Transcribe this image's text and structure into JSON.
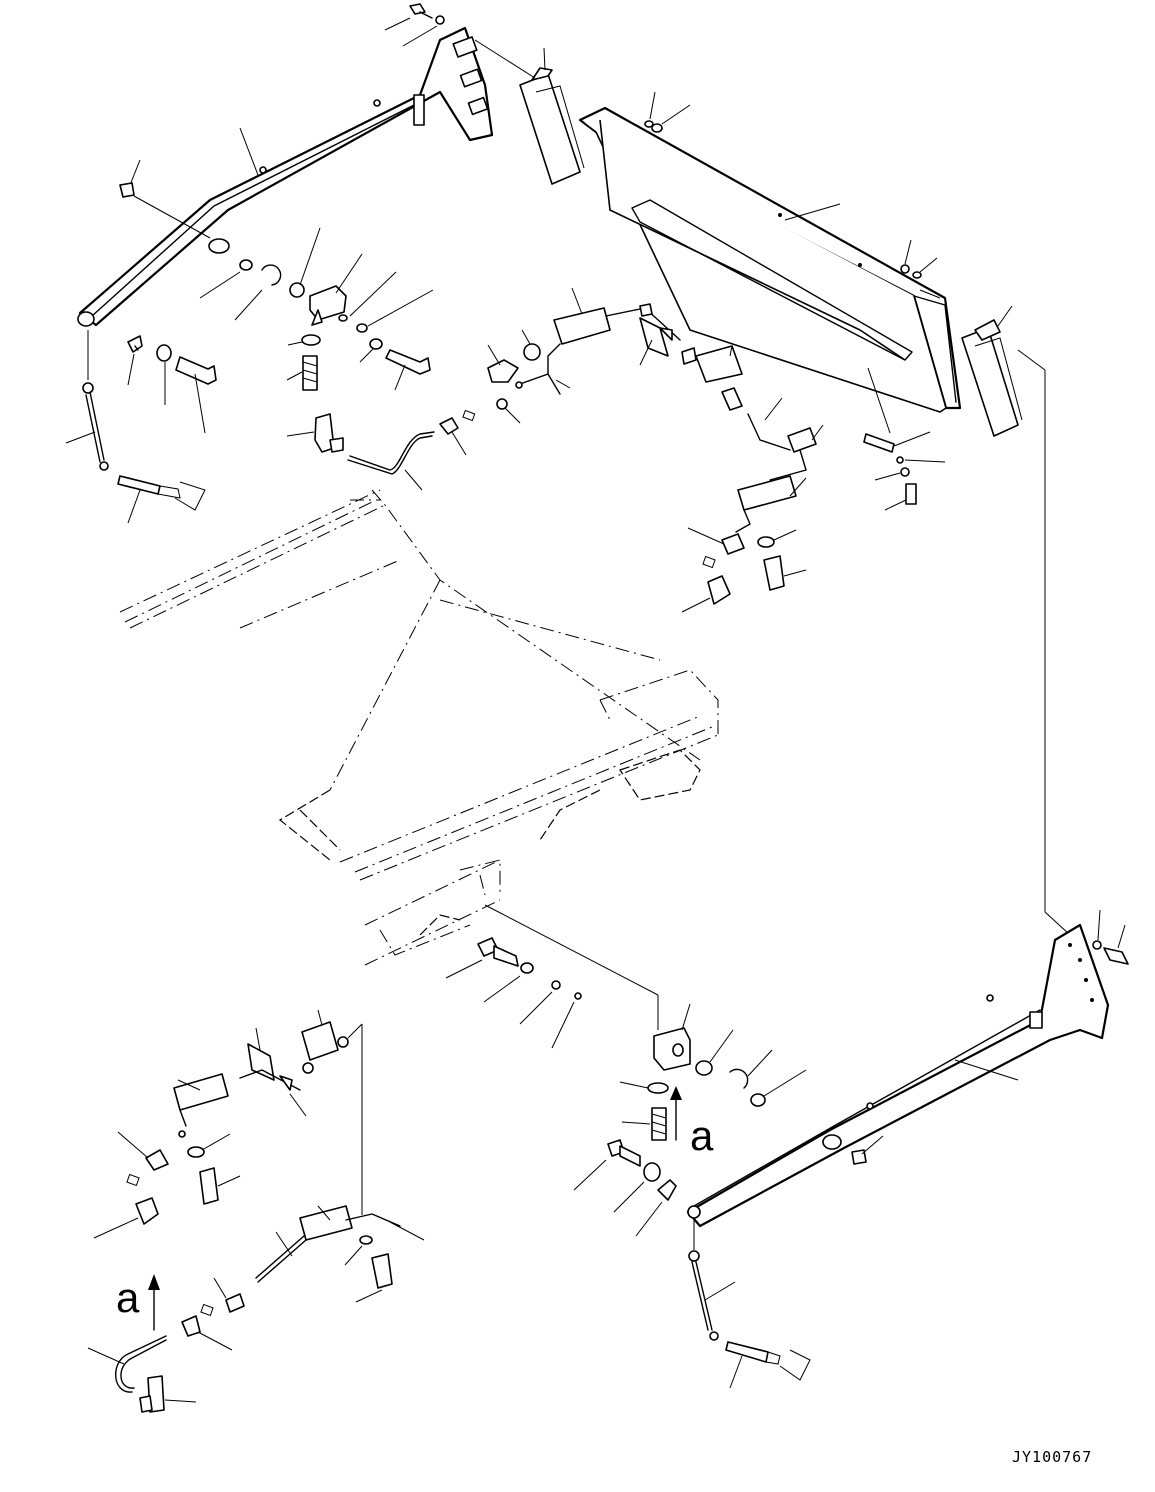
{
  "figure": {
    "drawing_code": "JY100767",
    "view_marker_upper": "a",
    "view_marker_lower": "a"
  }
}
